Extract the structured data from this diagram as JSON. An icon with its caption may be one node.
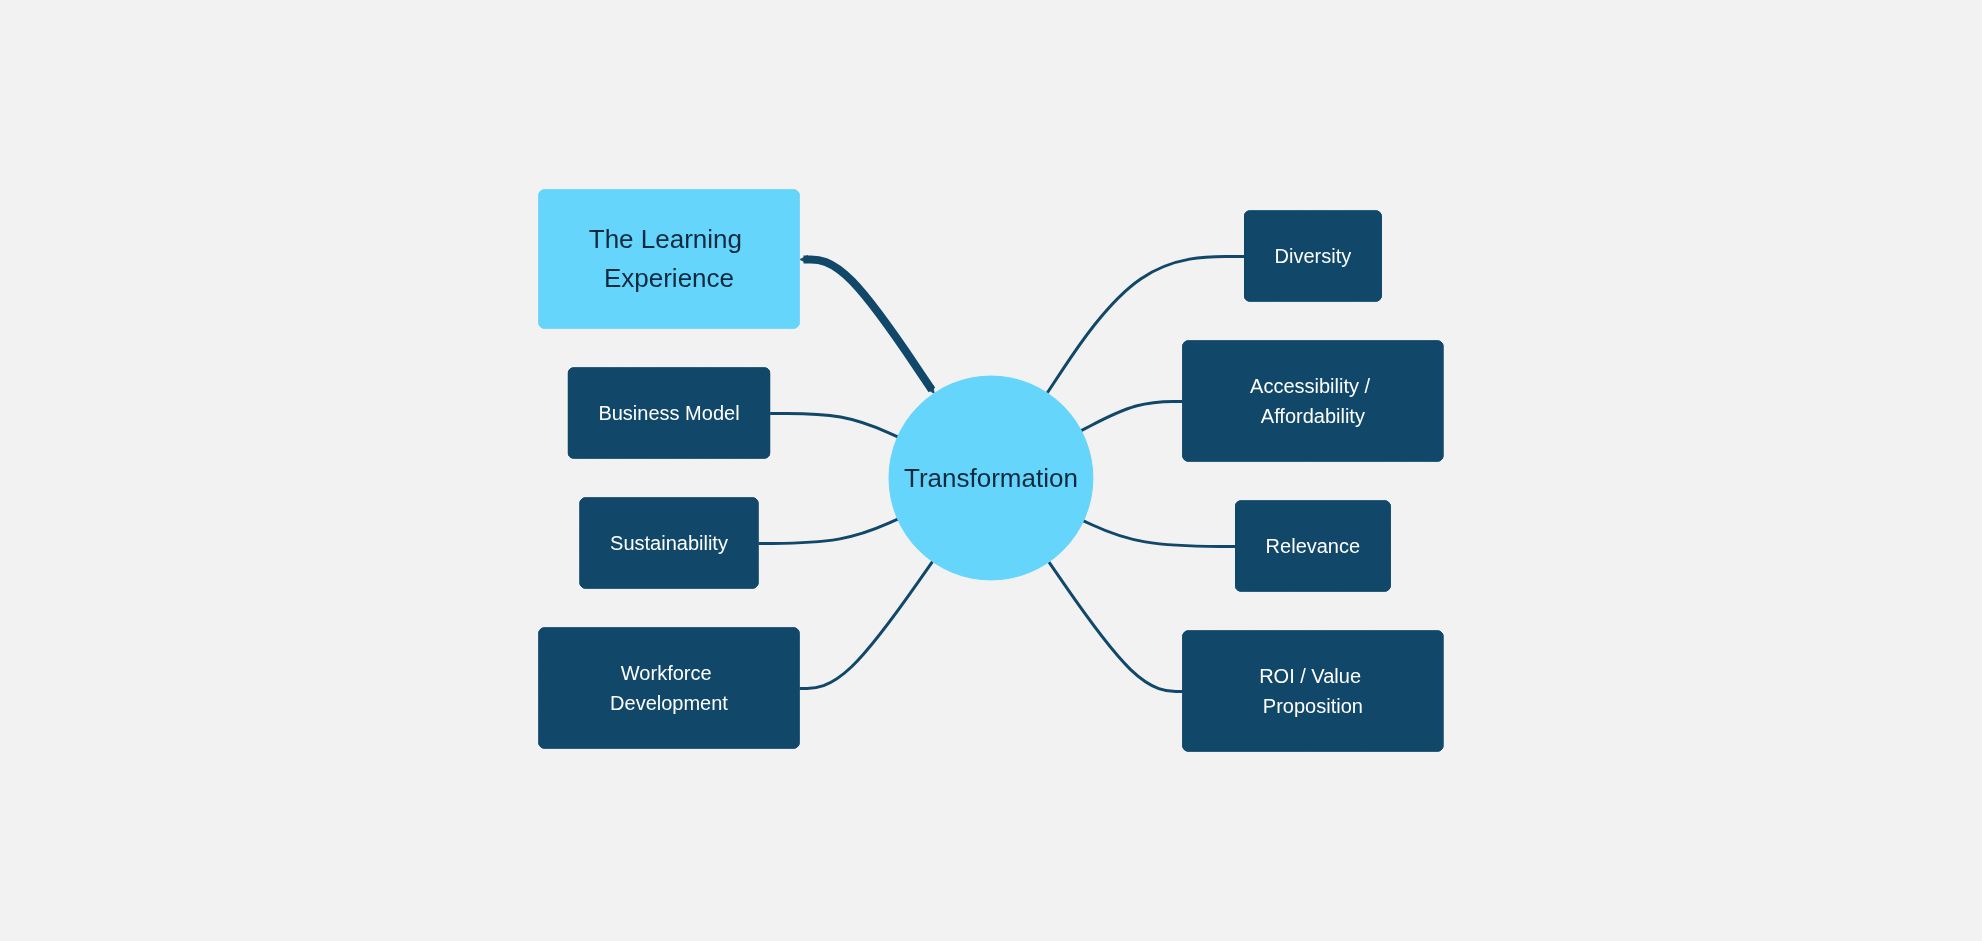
{
  "diagram": {
    "nodes": [
      {
        "text": [
          "The Learning Experience"
        ]
      },
      {
        "text": [
          "Transformation"
        ]
      },
      {
        "text": [
          "Diversity"
        ]
      },
      {
        "text": [
          "Business Model"
        ]
      },
      {
        "text": [
          "Accessibility / Affordability"
        ]
      },
      {
        "text": [
          "Sustainability"
        ]
      },
      {
        "text": [
          "Relevance"
        ]
      },
      {
        "text": [
          "Workforce Development"
        ]
      },
      {
        "text": [
          "ROI / Value Proposition"
        ]
      }
    ],
    "edges": [
      {
        "from": 0,
        "to": 1,
        "arrow": "both",
        "style": "thick"
      },
      {
        "from": 1,
        "to": 2,
        "arrow": "none"
      },
      {
        "from": 3,
        "to": 1,
        "arrow": "none"
      },
      {
        "from": 1,
        "to": 4,
        "arrow": "none"
      },
      {
        "from": 5,
        "to": 1,
        "arrow": "none"
      },
      {
        "from": 1,
        "to": 6,
        "arrow": "none"
      },
      {
        "from": 7,
        "to": 1,
        "arrow": "none"
      },
      {
        "from": 1,
        "to": 8,
        "arrow": "none"
      }
    ]
  }
}
